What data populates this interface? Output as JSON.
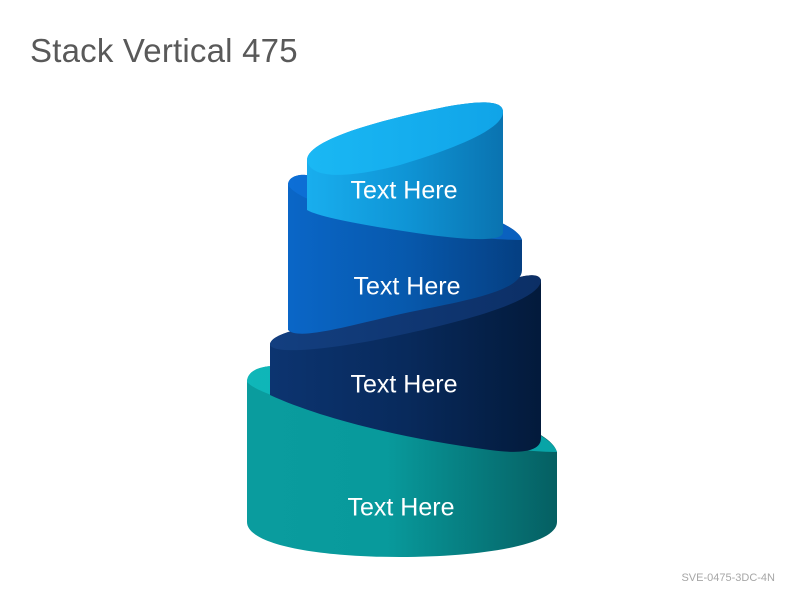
{
  "slide": {
    "title": "Stack Vertical 475",
    "code": "SVE-0475-3DC-4N"
  },
  "layers": [
    {
      "label": "Text Here",
      "color": "#12a6ea"
    },
    {
      "label": "Text Here",
      "color": "#0563c1"
    },
    {
      "label": "Text Here",
      "color": "#0b2f6b"
    },
    {
      "label": "Text Here",
      "color": "#07a6a6"
    }
  ]
}
